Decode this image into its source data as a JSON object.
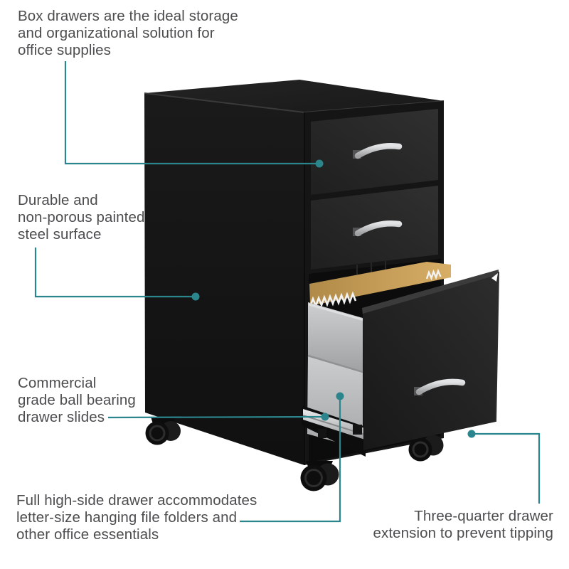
{
  "annotations": {
    "box_drawers": {
      "lines": [
        "Box drawers are the ideal storage",
        "and organizational solution for",
        "office supplies"
      ]
    },
    "steel_surface": {
      "lines": [
        "Durable and",
        "non-porous painted",
        "steel surface"
      ]
    },
    "drawer_slides": {
      "lines": [
        "Commercial",
        "grade ball bearing",
        "drawer slides"
      ]
    },
    "high_side_drawer": {
      "lines": [
        "Full high-side drawer accommodates",
        "letter-size hanging file folders and",
        "other office essentials"
      ]
    },
    "drawer_extension": {
      "lines": [
        "Three-quarter drawer",
        "extension to prevent tipping"
      ]
    }
  },
  "colors": {
    "accent_teal": "#2b858c",
    "text_gray": "#4d4d4f",
    "background": "#ffffff",
    "cabinet_black": "#1a1a1a",
    "folder_tan": "#c9a25c",
    "drawer_metal_gray": "#bcbec0",
    "handle_silver": "#c9cbcd"
  }
}
